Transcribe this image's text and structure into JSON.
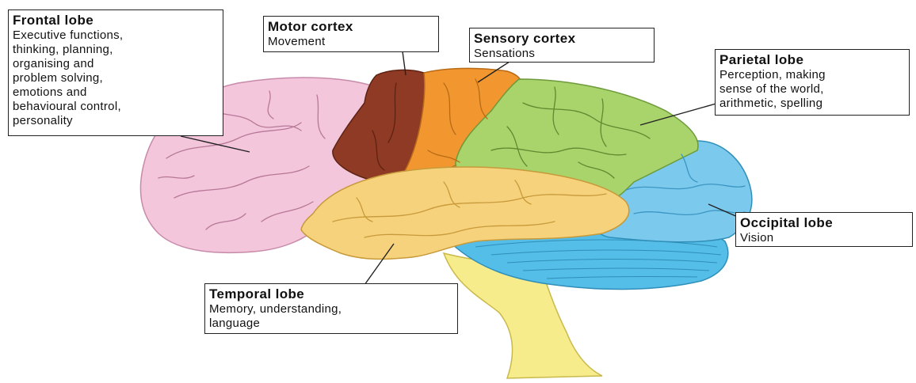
{
  "labels": {
    "frontal": {
      "title": "Frontal lobe",
      "description": "Executive functions,\nthinking, planning,\norganising and\nproblem solving,\nemotions and\nbehavioural control,\npersonality"
    },
    "motor": {
      "title": "Motor cortex",
      "description": "Movement"
    },
    "sensory": {
      "title": "Sensory cortex",
      "description": "Sensations"
    },
    "parietal": {
      "title": "Parietal lobe",
      "description": "Perception, making\nsense of the world,\narithmetic, spelling"
    },
    "occipital": {
      "title": "Occipital lobe",
      "description": "Vision"
    },
    "temporal": {
      "title": "Temporal lobe",
      "description": "Memory, understanding,\nlanguage"
    }
  },
  "colors": {
    "frontal": "#f3c6dc",
    "motor": "#8f3a24",
    "sensory": "#f2962f",
    "parietal": "#a9d36b",
    "occipital": "#7cc9ee",
    "cerebellum": "#54bde8",
    "temporal": "#f7d27c",
    "brainstem": "#f6ec8c"
  }
}
